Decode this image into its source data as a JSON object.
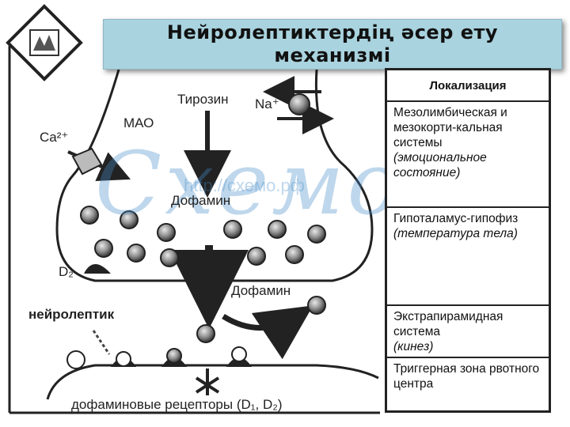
{
  "title": {
    "line1": "Нейролептиктердің әсер ету",
    "line2": "механизмі"
  },
  "diagram": {
    "tyrosine": "Тирозин",
    "mao": "МАО",
    "ca": "Ca²⁺",
    "na": "Na⁺",
    "dopamine_inside": "Дофамин",
    "dopamine_released": "Дофамин",
    "d2": "D₂",
    "neuroleptic": "нейролептик",
    "receptors": "дофаминовые рецепторы (D₁, D₂)"
  },
  "localization_table": {
    "header": "Локализация",
    "rows": [
      {
        "text": "Мезолимбическая и мезокорти-кальная системы",
        "note": "(эмоциональное состояние)"
      },
      {
        "text": "Гипоталамус-гипофиз",
        "note": "(температура тела)"
      },
      {
        "text": "Экстрапирамидная система",
        "note": "(кинез)"
      },
      {
        "text": "Триггерная зона рвотного центра",
        "note": ""
      }
    ]
  },
  "watermark": {
    "url": "http://схемо.рф",
    "logo": "Схемо"
  },
  "colors": {
    "title_bg": "#a9d3de",
    "line": "#222222",
    "vesicle": "#9a9a9a",
    "watermark": "#468cc8"
  }
}
